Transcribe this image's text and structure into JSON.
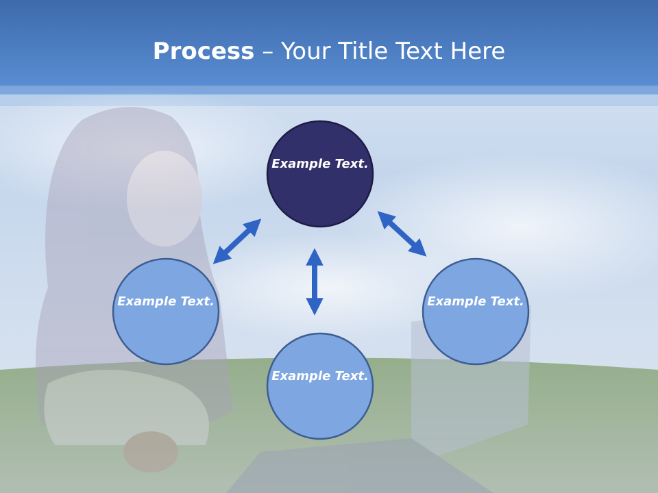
{
  "title": {
    "bold": "Process",
    "separator": " – ",
    "rest": "Your Title Text Here"
  },
  "nodes": {
    "top": "Example Text.",
    "left": "Example Text.",
    "bottom": "Example Text.",
    "right": "Example Text."
  },
  "colors": {
    "header_top": "#3f6fb3",
    "header_bottom": "#5b8ed4",
    "node_dark": "#32306a",
    "node_light": "#7ea6e0",
    "node_border": "#3d5d92",
    "arrow": "#2f63c4",
    "sky": "#c9d9ee",
    "grass": "#6f8f5a"
  }
}
